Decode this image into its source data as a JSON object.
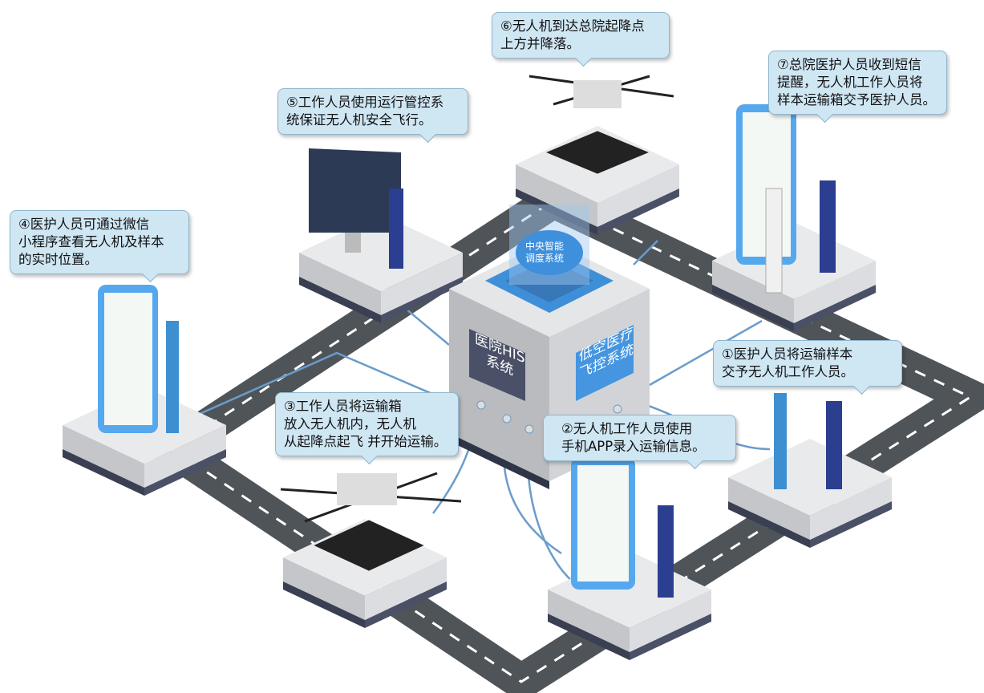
{
  "center": {
    "cloud_label": "中央智能\n调度系统",
    "his_label": "医院HIS\n系统",
    "flight_label": "低空医疗\n飞控系统"
  },
  "steps": [
    {
      "text": "①医护人员将运输样本\n交予无人机工作人员。"
    },
    {
      "text": "②无人机工作人员使用\n手机APP录入运输信息。"
    },
    {
      "text": "③工作人员将运输箱\n放入无人机内，无人机\n从起降点起飞 并开始运输。"
    },
    {
      "text": "④医护人员可通过微信\n小程序查看无人机及样本\n的实时位置。"
    },
    {
      "text": "⑤工作人员使用运行管控系\n统保证无人机安全飞行。"
    },
    {
      "text": "⑥无人机到达总院起降点\n上方并降落。"
    },
    {
      "text": "⑦总院医护人员收到短信\n提醒，无人机工作人员将\n样本运输箱交予医护人员。"
    }
  ],
  "colors": {
    "road": "#555a5f",
    "platform_top": "#e9eaec",
    "platform_side": "#3a3f52",
    "accent": "#3f8fd8",
    "bubble": "#cfe6f3"
  }
}
